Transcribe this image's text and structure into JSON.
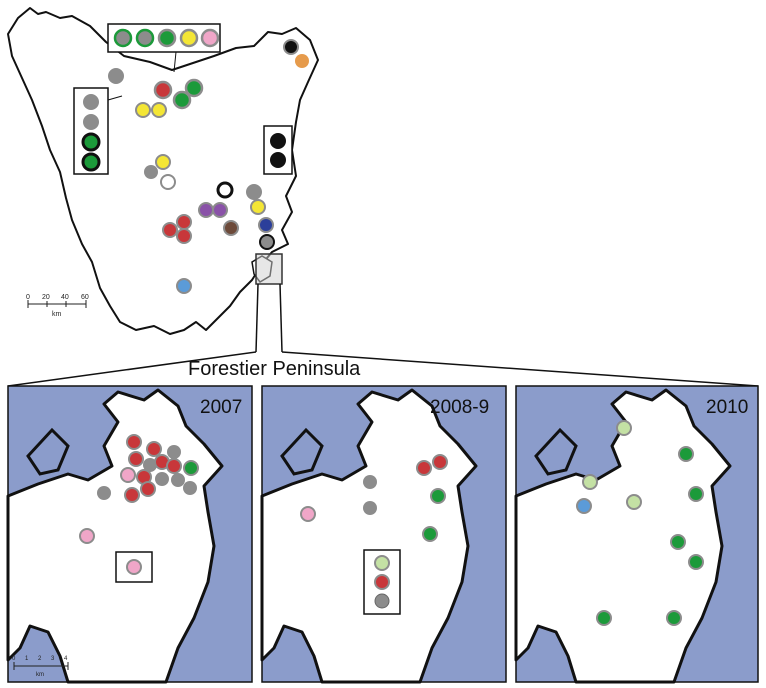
{
  "figure": {
    "inset_title": "Forestier Peninsula"
  },
  "overview_map": {
    "scale_bar": {
      "ticks": [
        "0",
        "20",
        "40",
        "60"
      ],
      "unit": "km"
    },
    "colors": {
      "land": "#ffffff",
      "coast": "#111111",
      "red": "#c8373a",
      "grey": "#8c8c8c",
      "green": "#1c9a3a",
      "yellow": "#f4e635",
      "pink": "#f0a6c8",
      "purple": "#8a52a8",
      "black": "#111111",
      "orange": "#e69b4c",
      "blue": "#5b9bd8",
      "navy": "#2b3f9a",
      "brown": "#6d4a3a",
      "lightgreen": "#c4e1a4"
    }
  },
  "panels": [
    {
      "year": "2007"
    },
    {
      "year": "2008-9"
    },
    {
      "year": "2010"
    }
  ],
  "panel_scale": {
    "ticks": [
      "0",
      "1",
      "2",
      "3",
      "4"
    ],
    "unit": "km"
  },
  "panel_colors": {
    "sea": "#8b9ccb",
    "land": "#ffffff"
  }
}
